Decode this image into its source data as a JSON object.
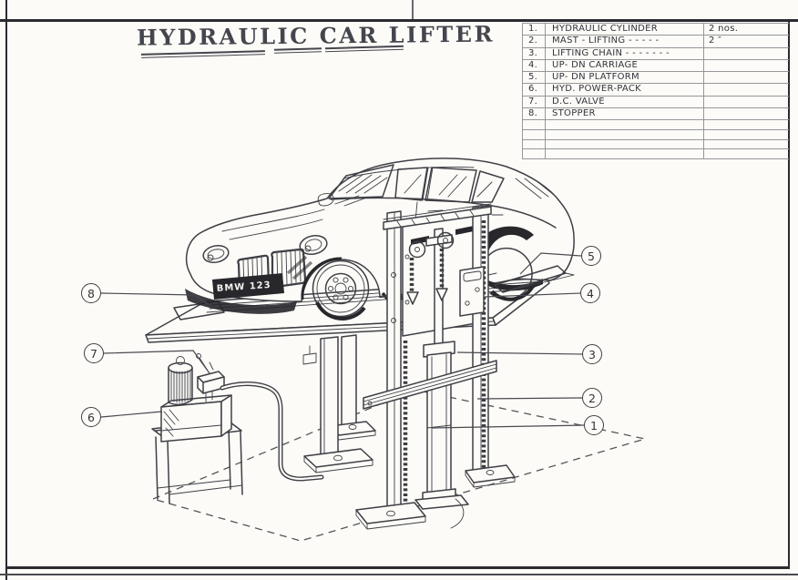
{
  "page": {
    "title": "HYDRAULIC CAR LIFTER"
  },
  "parts_table": {
    "rows": [
      {
        "no": "1.",
        "name": "HYDRAULIC CYLINDER",
        "qty": "2 nos."
      },
      {
        "no": "2.",
        "name": "MAST - LIFTING  - - - - -",
        "qty": "2 ″"
      },
      {
        "no": "3.",
        "name": "LIFTING CHAIN  - - - - - - -",
        "qty": ""
      },
      {
        "no": "4.",
        "name": "UP- DN CARRIAGE",
        "qty": ""
      },
      {
        "no": "5.",
        "name": "UP- DN PLATFORM",
        "qty": ""
      },
      {
        "no": "6.",
        "name": "HYD. POWER-PACK",
        "qty": ""
      },
      {
        "no": "7.",
        "name": "D.C. VALVE",
        "qty": ""
      },
      {
        "no": "8.",
        "name": "STOPPER",
        "qty": ""
      }
    ]
  },
  "callouts": {
    "numbers": [
      "1",
      "2",
      "3",
      "4",
      "5",
      "6",
      "7",
      "8"
    ]
  },
  "drawing": {
    "license_plate": "BMW 123"
  },
  "colors": {
    "ink": "#3f3f46",
    "dark_fill": "#27272c",
    "paper": "#fcfbf7",
    "table_line": "#97979b"
  }
}
